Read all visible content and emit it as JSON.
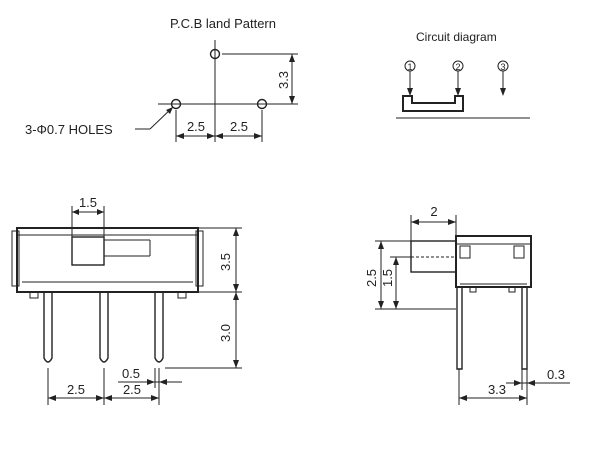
{
  "pcb_land_pattern": {
    "title": "P.C.B land Pattern",
    "holes_label": "3-Φ0.7 HOLES",
    "dim_pitch_left": "2.5",
    "dim_pitch_right": "2.5",
    "dim_vertical": "3.3"
  },
  "circuit_diagram": {
    "title": "Circuit diagram",
    "pins": [
      "1",
      "2",
      "3"
    ]
  },
  "front_view": {
    "dim_knob_width": "1.5",
    "dim_body_height": "3.5",
    "dim_pin_length": "3.0",
    "dim_pin_offset": "0.5",
    "dim_pitch_left": "2.5",
    "dim_pitch_right": "2.5"
  },
  "side_view": {
    "dim_actuator_length": "2",
    "dim_height_outer": "2.5",
    "dim_height_inner": "1.5",
    "dim_pin_spacing": "3.3",
    "dim_pin_thickness": "0.3"
  }
}
